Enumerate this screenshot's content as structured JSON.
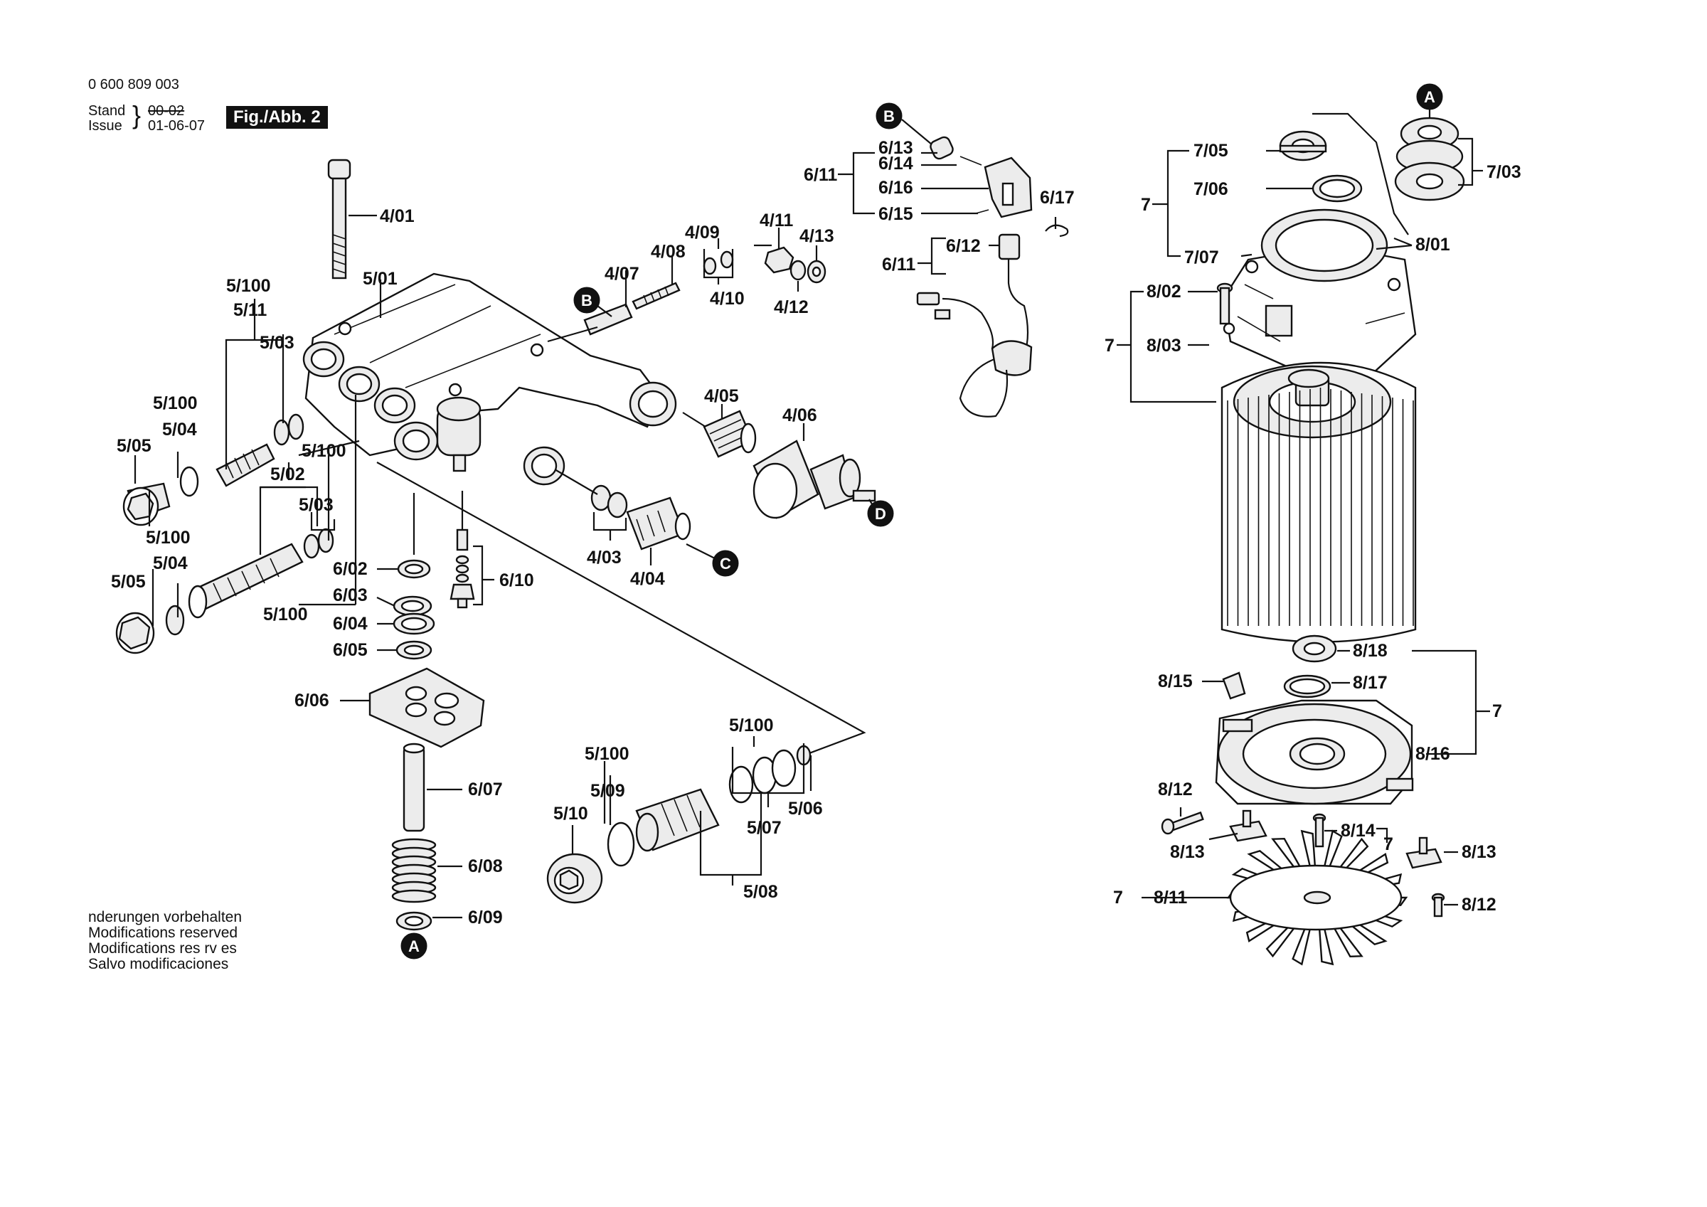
{
  "header": {
    "part_number": "0 600 809 003",
    "stand_label": "Stand",
    "issue_label": "Issue",
    "stand_value": "00-02",
    "issue_value": "01-06-07",
    "figure_label": "Fig./Abb. 2"
  },
  "footer": {
    "lines": [
      "nderungen vorbehalten",
      "Modifications reserved",
      "Modifications res rv es",
      "Salvo modificaciones"
    ]
  },
  "markers": [
    "A",
    "B",
    "C",
    "D"
  ],
  "part_labels": {
    "p4_01": "4/01",
    "p4_03": "4/03",
    "p4_04": "4/04",
    "p4_05": "4/05",
    "p4_06": "4/06",
    "p4_07": "4/07",
    "p4_08": "4/08",
    "p4_09": "4/09",
    "p4_10": "4/10",
    "p4_11": "4/11",
    "p4_12": "4/12",
    "p4_13": "4/13",
    "p5_01": "5/01",
    "p5_02": "5/02",
    "p5_03": "5/03",
    "p5_04": "5/04",
    "p5_05": "5/05",
    "p5_06": "5/06",
    "p5_07": "5/07",
    "p5_08": "5/08",
    "p5_09": "5/09",
    "p5_10": "5/10",
    "p5_11": "5/11",
    "p5_100": "5/100",
    "p6_02": "6/02",
    "p6_03": "6/03",
    "p6_04": "6/04",
    "p6_05": "6/05",
    "p6_06": "6/06",
    "p6_07": "6/07",
    "p6_08": "6/08",
    "p6_09": "6/09",
    "p6_10": "6/10",
    "p6_11": "6/11",
    "p6_12": "6/12",
    "p6_13": "6/13",
    "p6_14": "6/14",
    "p6_15": "6/15",
    "p6_16": "6/16",
    "p6_17": "6/17",
    "p7": "7",
    "p7_03": "7/03",
    "p7_05": "7/05",
    "p7_06": "7/06",
    "p7_07": "7/07",
    "p8_01": "8/01",
    "p8_02": "8/02",
    "p8_03": "8/03",
    "p8_11": "8/11",
    "p8_12": "8/12",
    "p8_13": "8/13",
    "p8_14": "8/14",
    "p8_15": "8/15",
    "p8_16": "8/16",
    "p8_17": "8/17",
    "p8_18": "8/18"
  },
  "colors": {
    "ink": "#111111",
    "paper": "#ffffff",
    "fill_light": "#ececec",
    "fill_mid": "#cfcfcf"
  }
}
